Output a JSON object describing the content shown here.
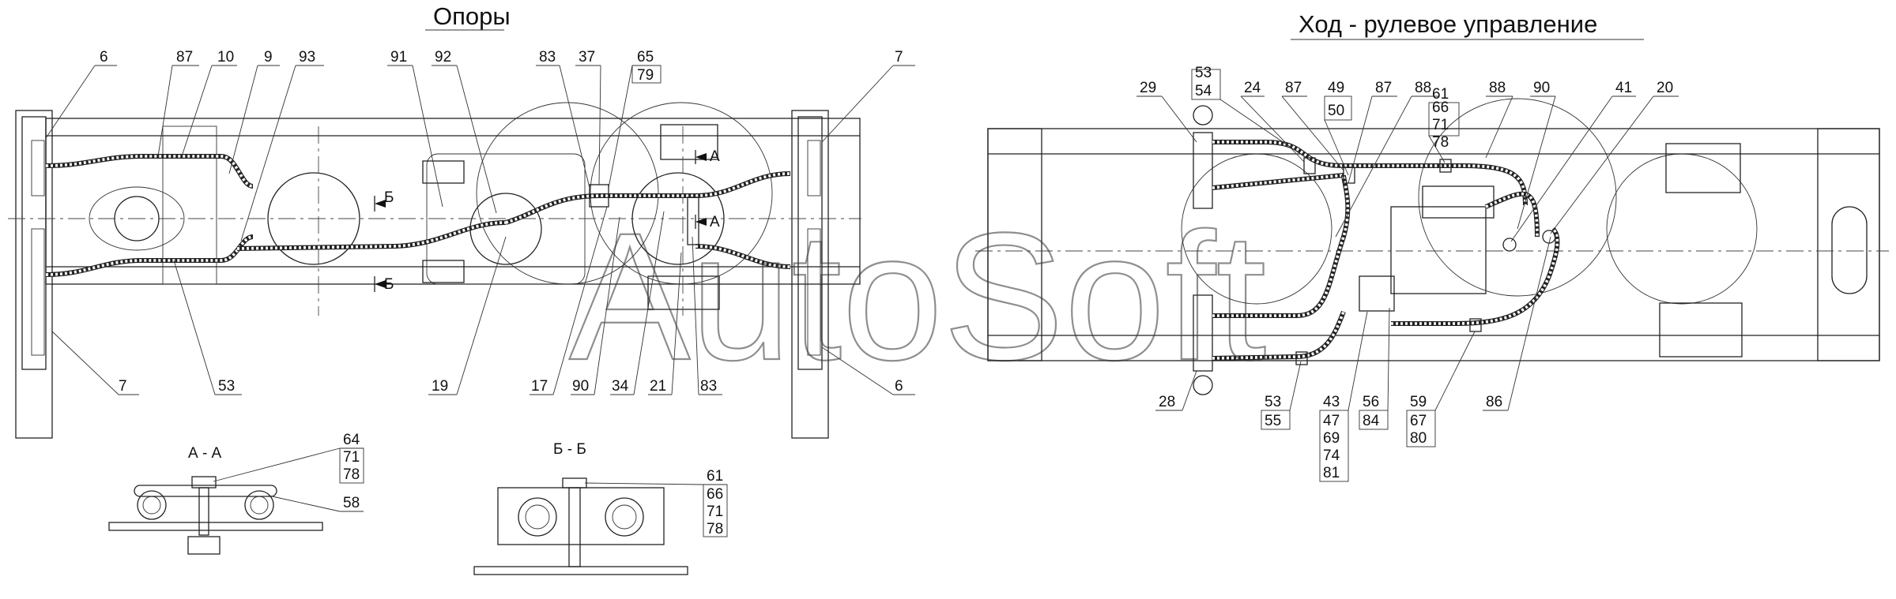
{
  "titles": {
    "left": "Опоры",
    "right": "Ход - рулевое управление",
    "section_a": "А - А",
    "section_b": "Б - Б"
  },
  "section_marks": {
    "a": "А",
    "b": "Б"
  },
  "watermark": "AutoSoft",
  "callouts": {
    "l6": "6",
    "l87": "87",
    "l10": "10",
    "l9": "9",
    "l93": "93",
    "l91": "91",
    "l92": "92",
    "l83t": "83",
    "l37": "37",
    "l65": "65",
    "l79": "79",
    "l7t": "7",
    "l7b": "7",
    "l53": "53",
    "l19": "19",
    "l17": "17",
    "l90": "90",
    "l34": "34",
    "l21": "21",
    "l83b": "83",
    "l6b": "6",
    "r53t": "53",
    "r54": "54",
    "r29": "29",
    "r24": "24",
    "r87a": "87",
    "r49": "49",
    "r50": "50",
    "r87b": "87",
    "r88a": "88",
    "r61": "61",
    "r66": "66",
    "r71": "71",
    "r78": "78",
    "r88b": "88",
    "r90": "90",
    "r41": "41",
    "r20": "20",
    "r28": "28",
    "r53b": "53",
    "r55": "55",
    "r43": "43",
    "r47": "47",
    "r69": "69",
    "r74": "74",
    "r81": "81",
    "r56": "56",
    "r84": "84",
    "r59": "59",
    "r67": "67",
    "r80": "80",
    "r86": "86",
    "a64": "64",
    "a71": "71",
    "a78": "78",
    "a58": "58",
    "b61": "61",
    "b66": "66",
    "b71": "71",
    "b78": "78"
  }
}
